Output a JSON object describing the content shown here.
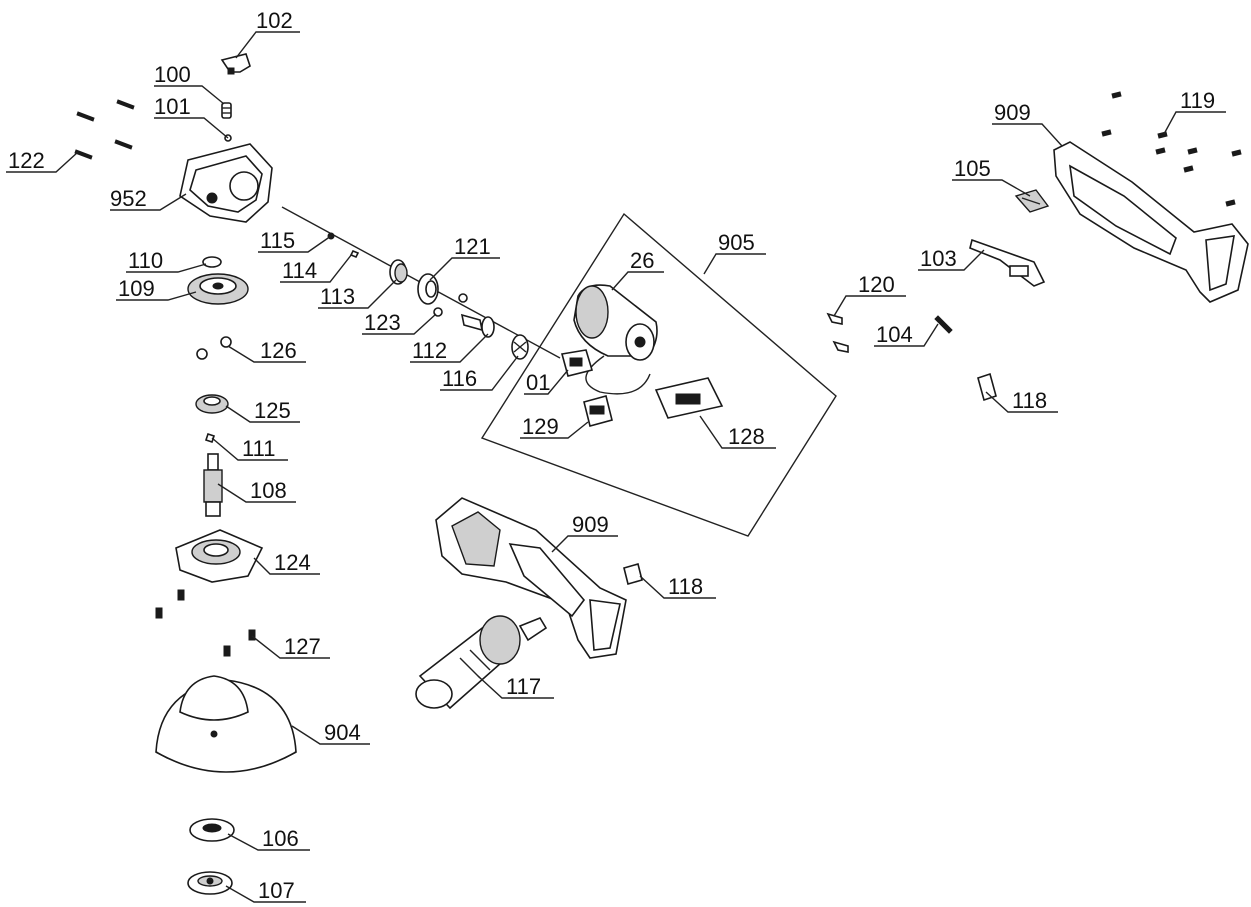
{
  "diagram": {
    "callouts": {
      "p102": "102",
      "p100": "100",
      "p101": "101",
      "p122": "122",
      "p952": "952",
      "p115": "115",
      "p114": "114",
      "p113": "113",
      "p121": "121",
      "p110": "110",
      "p109": "109",
      "p123": "123",
      "p112": "112",
      "p116": "116",
      "p126": "126",
      "p125": "125",
      "p111": "111",
      "p108": "108",
      "p124": "124",
      "p127": "127",
      "p904": "904",
      "p106": "106",
      "p107": "107",
      "p26": "26",
      "p905": "905",
      "p01": "01",
      "p129": "129",
      "p128": "128",
      "p909a": "909",
      "p118a": "118",
      "p117": "117",
      "p909b": "909",
      "p119": "119",
      "p105": "105",
      "p103": "103",
      "p120": "120",
      "p104": "104",
      "p118b": "118"
    },
    "colors": {
      "line": "#222222",
      "ink": "#111111",
      "fill": "#ffffff"
    }
  }
}
